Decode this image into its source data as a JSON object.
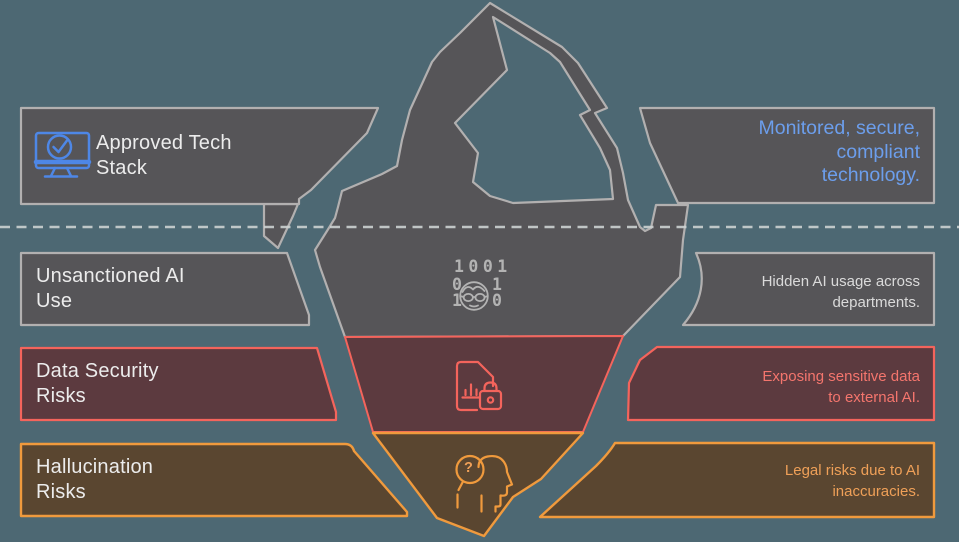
{
  "colors": {
    "bg": "#4d6873",
    "boxGray": "#565558",
    "strokeGray": "#b2b0b0",
    "redFill": "#5c3a3f",
    "redStroke": "#f4645c",
    "redText": "#f4756d",
    "brownFill": "#5a4630",
    "orangeStroke": "#f09a3d",
    "orangeText": "#efa058",
    "blueText": "#6c9eec",
    "blueIcon": "#4e87e6",
    "grayIcon": "#b3b3b3",
    "titleText": "#ececec",
    "descGray": "#dadada",
    "waterline": "#ccd1d2"
  },
  "rows": [
    {
      "icon": "monitor-check-icon",
      "title_line1": "Approved Tech",
      "title_line2": "Stack",
      "desc_line1": "Monitored, secure,",
      "desc_line2": "compliant",
      "desc_line3": "technology."
    },
    {
      "icon": "binary-face-icon",
      "title_line1": "Unsanctioned AI",
      "title_line2": "Use",
      "desc_line1": "Hidden AI usage across",
      "desc_line2": "departments."
    },
    {
      "icon": "document-lock-icon",
      "title_line1": "Data Security",
      "title_line2": "Risks",
      "desc_line1": "Exposing sensitive data",
      "desc_line2": "to external AI."
    },
    {
      "icon": "head-question-icon",
      "title_line1": "Hallucination",
      "title_line2": "Risks",
      "desc_line1": "Legal risks due to AI",
      "desc_line2": "inaccuracies."
    }
  ],
  "binary_icon": {
    "row1": "1001",
    "row2_left": "0",
    "row2_right": "1",
    "row3_left": "1",
    "row3_right": "0"
  },
  "magnifier_icon": {
    "glyph": "?"
  }
}
